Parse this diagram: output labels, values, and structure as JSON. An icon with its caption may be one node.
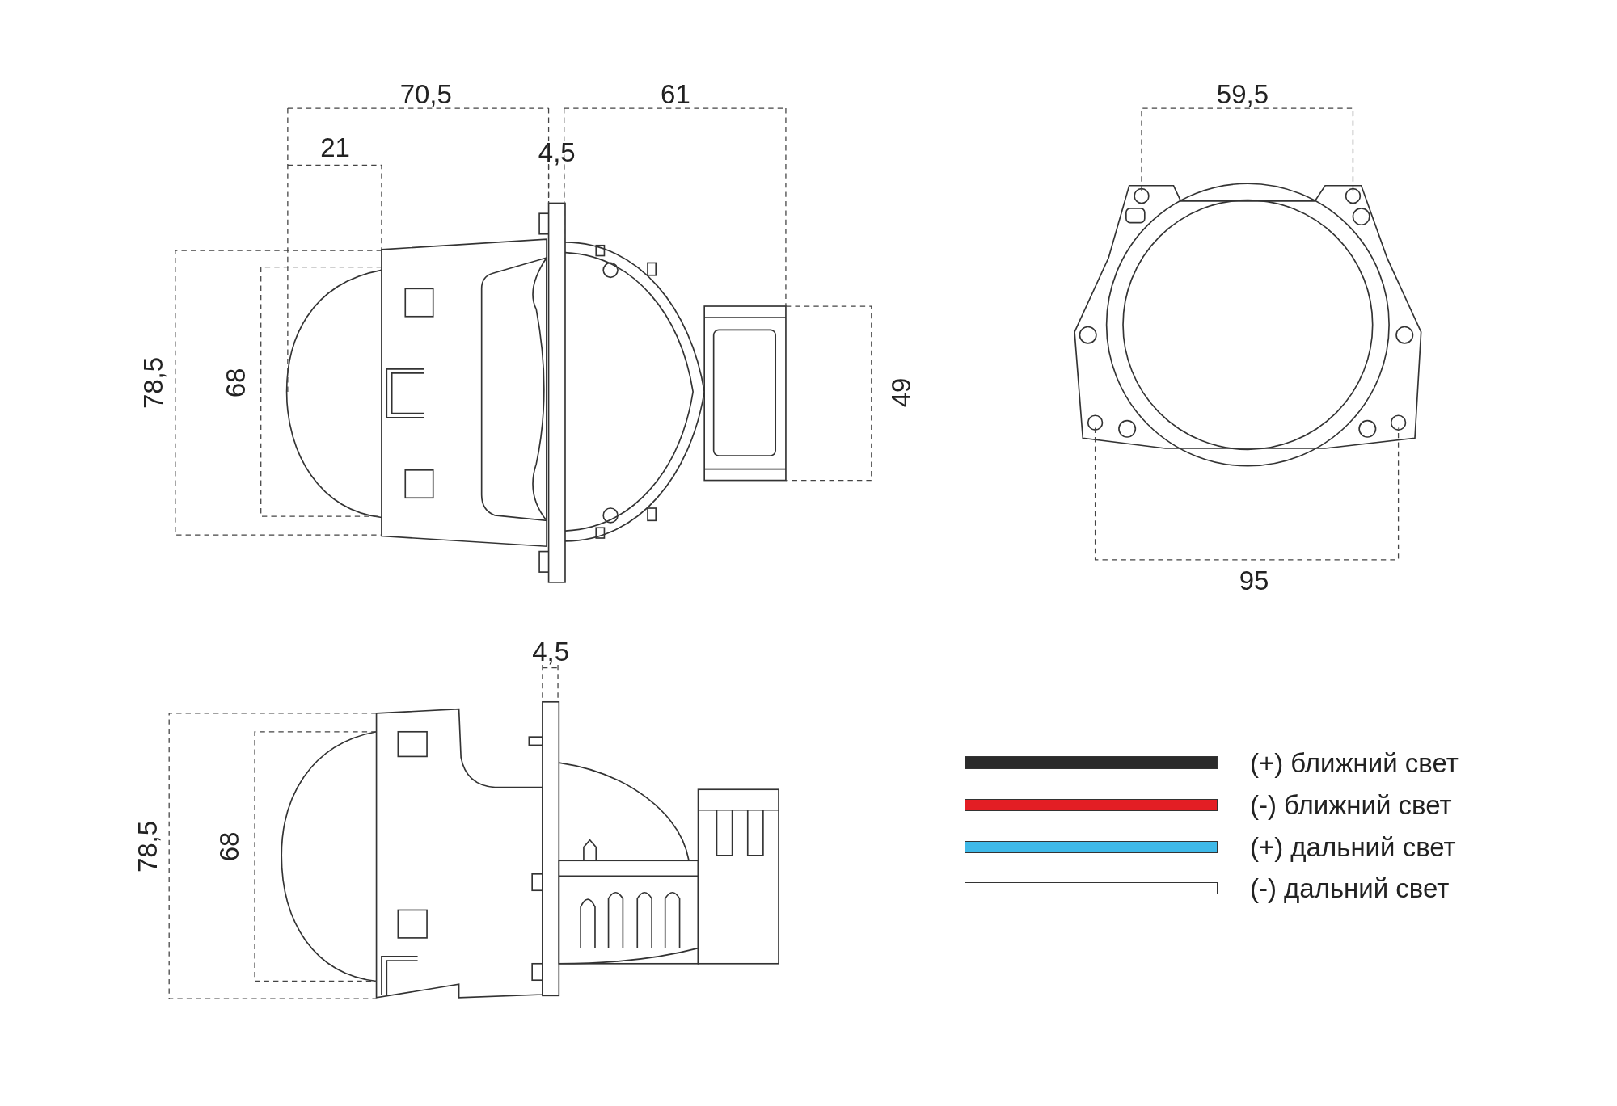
{
  "diagram": {
    "labels": [
      "70,5",
      "61",
      "59,5",
      "21",
      "4,5",
      "78,5",
      "68",
      "49",
      "95",
      "4,5",
      "78,5",
      "68"
    ],
    "legend": [
      {
        "text": "(+) ближний свет",
        "color": "#2b2b2b"
      },
      {
        "text": "(-) ближний свет",
        "color": "#e31e24"
      },
      {
        "text": "(+) дальний свет",
        "color": "#3fb9e8"
      },
      {
        "text": "(-) дальний свет",
        "color": "#ffffff"
      }
    ]
  }
}
